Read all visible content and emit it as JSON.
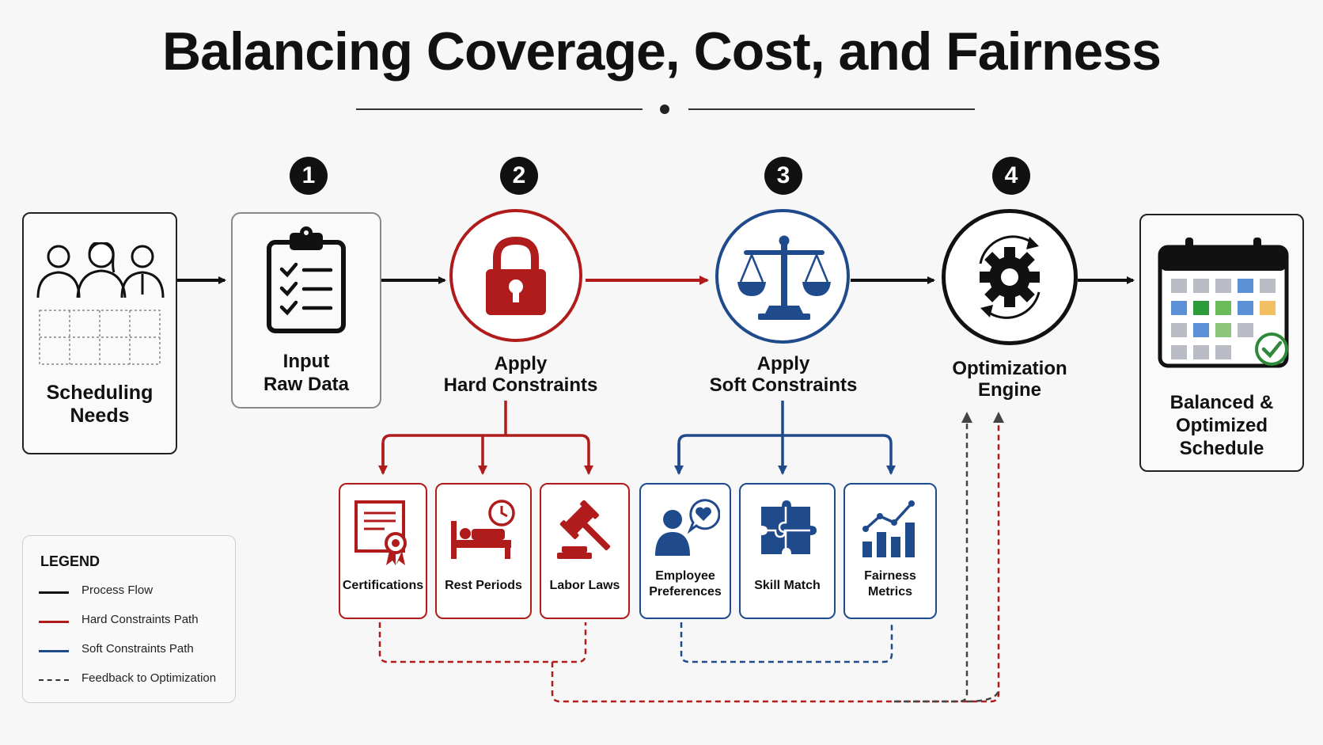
{
  "title": "Balancing Coverage, Cost, and Fairness",
  "steps": [
    {
      "number": "1",
      "label": "Input\nRaw Data"
    },
    {
      "number": "2",
      "label": "Apply\nHard Constraints"
    },
    {
      "number": "3",
      "label": "Apply\nSoft Constraints"
    },
    {
      "number": "4",
      "label": "Optimization\nEngine"
    }
  ],
  "start": {
    "label": "Scheduling\nNeeds"
  },
  "end": {
    "label": "Balanced &\nOptimized\nSchedule"
  },
  "hard_constraints": [
    {
      "label": "Certifications",
      "icon": "certificate-icon"
    },
    {
      "label": "Rest Periods",
      "icon": "bed-clock-icon"
    },
    {
      "label": "Labor Laws",
      "icon": "gavel-icon"
    }
  ],
  "soft_constraints": [
    {
      "label": "Employee\nPreferences",
      "icon": "person-heart-icon"
    },
    {
      "label": "Skill Match",
      "icon": "puzzle-icon"
    },
    {
      "label": "Fairness\nMetrics",
      "icon": "bar-chart-icon"
    }
  ],
  "legend": {
    "title": "LEGEND",
    "items": [
      {
        "label": "Process Flow",
        "style": "solid",
        "color": "#111111"
      },
      {
        "label": "Hard Constraints Path",
        "style": "solid",
        "color": "#b01c1c"
      },
      {
        "label": "Soft Constraints Path",
        "style": "solid",
        "color": "#1f4a8c"
      },
      {
        "label": "Feedback to Optimization",
        "style": "dashed",
        "color": "#333333"
      }
    ]
  },
  "colors": {
    "hard": "#b01c1c",
    "soft": "#1f4a8c",
    "process": "#111111"
  }
}
